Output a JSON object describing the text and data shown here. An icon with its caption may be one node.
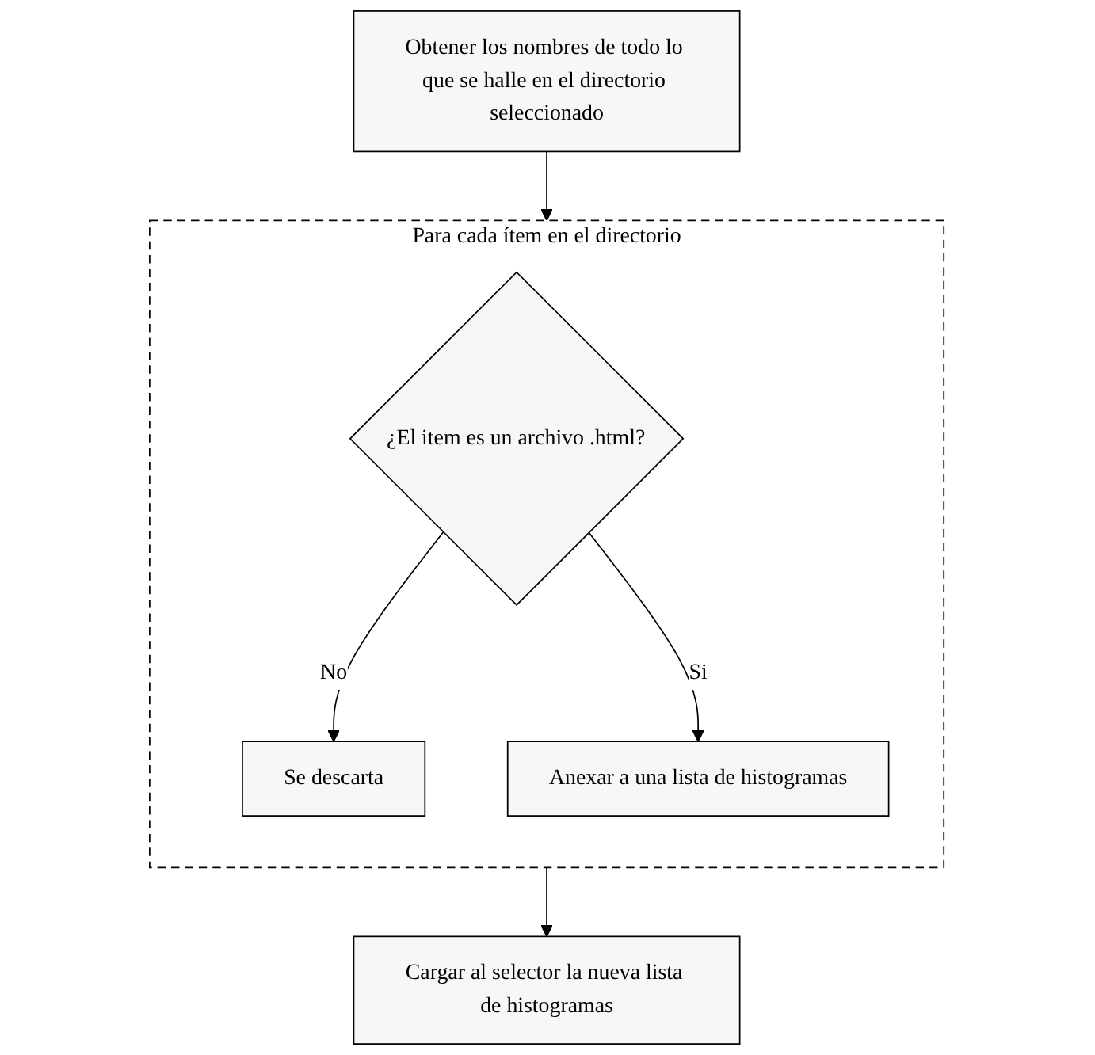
{
  "diagram": {
    "nodes": [
      {
        "text": [
          "Obtener los nombres de todo lo que se halle en el directorio seleccionado"
        ]
      },
      {
        "text": [
          "Para cada ítem en el directorio"
        ]
      },
      {
        "text": [
          "¿El item es un archivo .html?"
        ],
        "in": 1
      },
      {
        "text": [
          "Se descarta"
        ],
        "in": 1
      },
      {
        "text": [
          "Anexar a una lista de histogramas"
        ],
        "in": 1
      },
      {
        "text": [
          "Cargar al selector la nueva lista de histogramas"
        ]
      }
    ],
    "edges": [
      {
        "from": 0,
        "to": 1,
        "arrow": "to"
      },
      {
        "from": 2,
        "to": 3,
        "arrow": "to",
        "label": "No"
      },
      {
        "from": 2,
        "to": 4,
        "arrow": "to",
        "label": "Si"
      },
      {
        "from": 1,
        "to": 5,
        "arrow": "to"
      }
    ]
  }
}
